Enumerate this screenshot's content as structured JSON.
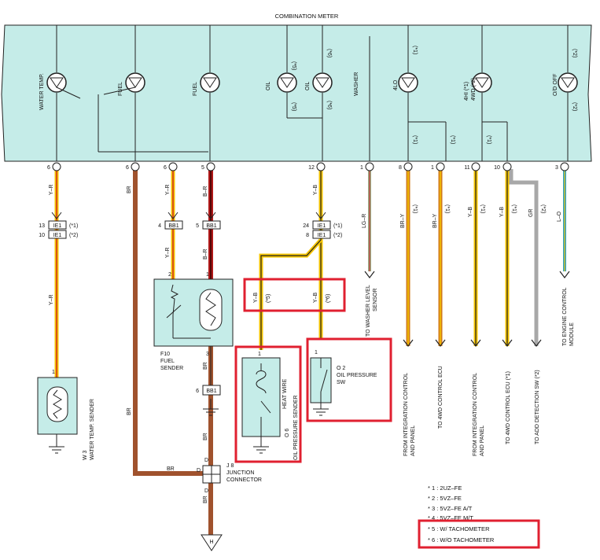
{
  "title": "COMBINATION METER",
  "gauges": {
    "water_temp": "WATER TEMP.",
    "fuel_1": "FUEL",
    "fuel_2": "FUEL",
    "oil_1": "OIL",
    "oil_1_note_top": "(*5)",
    "oil_1_note_bottom": "(*5)",
    "oil_2": "OIL",
    "oil_2_note_top": "(*6)",
    "oil_2_note_bottom": "(*6)",
    "washer": "WASHER",
    "lo4": "4LO",
    "lo4_note": "(*1)",
    "hi4": "4HI (*1)",
    "wd4": "4WD (*2)",
    "od_off": "O/D OFF",
    "od_note_top": "(*2)",
    "od_note_bottom": "(*2)",
    "note_1": "(*1)",
    "note_2": "(*1)"
  },
  "pins": [
    "6",
    "6",
    "6",
    "5",
    "12",
    "1",
    "8",
    "1",
    "11",
    "10",
    "3"
  ],
  "wires": {
    "yr": "Y–R",
    "br": "BR",
    "br_long": "B–R",
    "yb": "Y–B",
    "lgr": "LG–R",
    "bry": "BR–Y",
    "gr": "GR",
    "lo": "L–O",
    "n1": "(*1)",
    "n2": "(*2)",
    "n5": "(*5)",
    "n6": "(*6)"
  },
  "connectors": {
    "ie1": "IE1",
    "bb1": "BB1",
    "pin13": "13",
    "pin10": "10",
    "pin4": "4",
    "pin5": "5",
    "pin24": "24",
    "pin8": "8",
    "n1": "(*1)",
    "n2": "(*2)"
  },
  "components": {
    "w3_id": "W 3",
    "w3_name": "WATER TEMP. SENDER",
    "f10_id": "F10",
    "f10_name1": "FUEL",
    "f10_name2": "SENDER",
    "o6_id": "O 6",
    "o6_name": "OIL PRESSURE SENDER",
    "heat_wire": "HEAT WIRE",
    "o2_id": "O 2",
    "o2_name1": "OIL PRESSURE",
    "o2_name2": "SW",
    "j8_id": "J 8",
    "j8_name1": "JUNCTION",
    "j8_name2": "CONNECTOR",
    "j_d1": "D",
    "j_d2": "D",
    "j_d3": "D",
    "ground_h": "H"
  },
  "pin_labels": {
    "p1": "1",
    "p2": "2",
    "p1b": "1",
    "p3": "3",
    "p6": "6",
    "p1c": "1",
    "p1d": "1"
  },
  "destinations": {
    "washer_1": "TO WASHER LEVEL",
    "washer_2": "SENSOR",
    "integ_1a": "FROM INTEGRATION CONTROL",
    "integ_1b": "AND PANEL",
    "ecu_4wd": "TO 4WD CONTROL ECU",
    "integ_2a": "FROM INTEGRATION CONTROL",
    "integ_2b": "AND PANEL",
    "ecu_4wd_2": "TO 4WD CONTROL ECU (*1)",
    "add_sw": "TO ADD DETECTION SW (*2)",
    "engine_1": "TO ENGINE CONTROL",
    "engine_2": "MODULE"
  },
  "legend": [
    "* 1 : 2UZ–FE",
    "* 2 : 5VZ–FE",
    "* 3 : 5VZ–FE A/T",
    "* 4 : 5VZ–FE M/T",
    "* 5 : W/ TACHOMETER",
    "* 6 : W/O TACHOMETER"
  ],
  "colors": {
    "meter_fill": "#c5ece8",
    "highlight": "#e02030",
    "wire_yellow": "#f5c400",
    "wire_red": "#c02020",
    "wire_brown": "#a0522d",
    "wire_gray": "#a8a8a8",
    "wire_blue": "#2aa0c8",
    "wire_green": "#8aa070"
  }
}
